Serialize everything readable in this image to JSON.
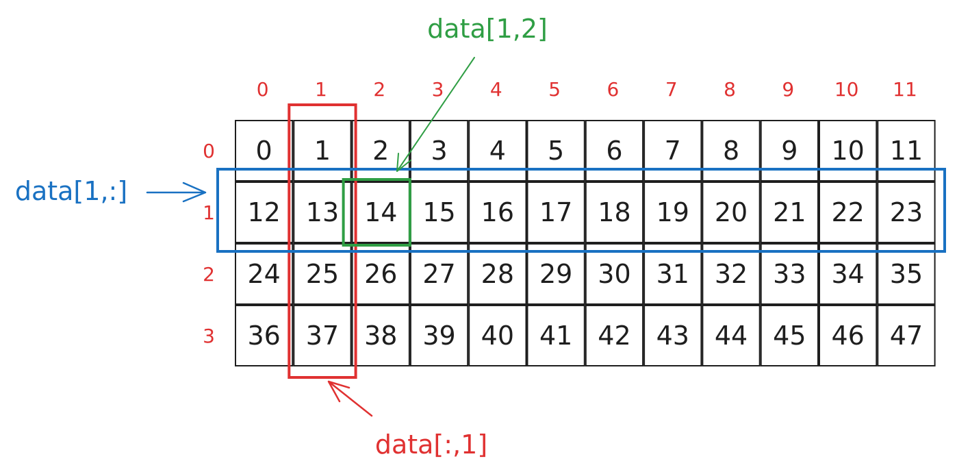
{
  "column_indices": [
    "0",
    "1",
    "2",
    "3",
    "4",
    "5",
    "6",
    "7",
    "8",
    "9",
    "10",
    "11"
  ],
  "row_indices": [
    "0",
    "1",
    "2",
    "3"
  ],
  "grid": [
    [
      "0",
      "1",
      "2",
      "3",
      "4",
      "5",
      "6",
      "7",
      "8",
      "9",
      "10",
      "11"
    ],
    [
      "12",
      "13",
      "14",
      "15",
      "16",
      "17",
      "18",
      "19",
      "20",
      "21",
      "22",
      "23"
    ],
    [
      "24",
      "25",
      "26",
      "27",
      "28",
      "29",
      "30",
      "31",
      "32",
      "33",
      "34",
      "35"
    ],
    [
      "36",
      "37",
      "38",
      "39",
      "40",
      "41",
      "42",
      "43",
      "44",
      "45",
      "46",
      "47"
    ]
  ],
  "annotations": {
    "element": {
      "label": "data[1,2]",
      "row": 1,
      "col": 2,
      "color": "#2f9e44"
    },
    "row_slice": {
      "label": "data[1,:]",
      "row": 1,
      "color": "#1971c2"
    },
    "col_slice": {
      "label": "data[:,1]",
      "col": 1,
      "color": "#e03131"
    }
  },
  "colors": {
    "grid": "#1e1e1e",
    "index": "#e03131"
  }
}
